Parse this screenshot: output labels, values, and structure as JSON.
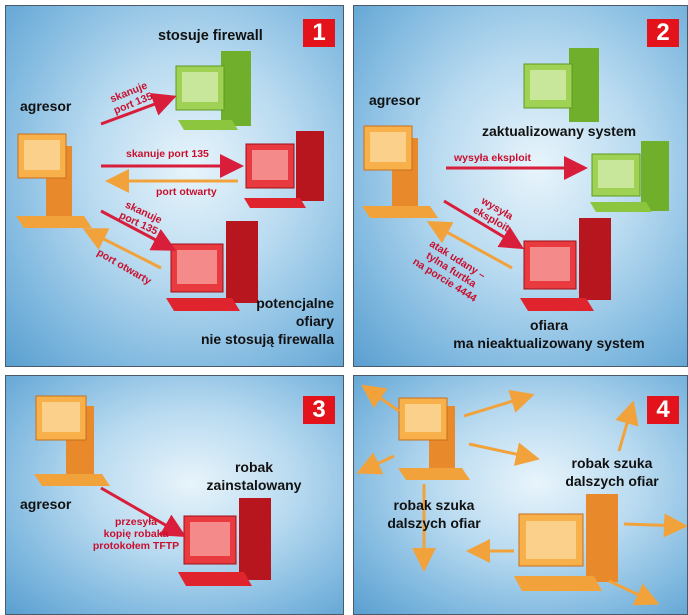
{
  "panels": [
    {
      "number": "1",
      "labels": {
        "firewall": "stosuje firewall",
        "attacker": "agresor",
        "victims_line1": "potencjalne",
        "victims_line2": "ofiary",
        "victims_line3": "nie stosują firewalla"
      },
      "arrow_labels": {
        "scan_top_line1": "skanuje",
        "scan_top_line2": "port 135",
        "scan_mid": "skanuje port 135",
        "open_mid": "port otwarty",
        "scan_low_line1": "skanuje",
        "scan_low_line2": "port 135",
        "open_low": "port otwarty"
      }
    },
    {
      "number": "2",
      "labels": {
        "attacker": "agresor",
        "updated": "zaktualizowany system",
        "victim_line1": "ofiara",
        "victim_line2": "ma nieaktualizowany system"
      },
      "arrow_labels": {
        "sends_exploit": "wysyła eksploit",
        "sends_exploit2_line1": "wysyła",
        "sends_exploit2_line2": "eksploit",
        "success_line1": "atak udany –",
        "success_line2": "tylna furtka",
        "success_line3": "na porcie 4444"
      }
    },
    {
      "number": "3",
      "labels": {
        "attacker": "agresor",
        "worm_line1": "robak",
        "worm_line2": "zainstalowany"
      },
      "arrow_labels": {
        "transfer_line1": "przesyła",
        "transfer_line2": "kopię robaka",
        "transfer_line3": "protokołem TFTP"
      }
    },
    {
      "number": "4",
      "labels": {
        "search_left_line1": "robak szuka",
        "search_left_line2": "dalszych ofiar",
        "search_right_line1": "robak szuka",
        "search_right_line2": "dalszych ofiar"
      }
    }
  ],
  "colors": {
    "badge": "#e3121b",
    "label_red": "#c8102e",
    "arrow_red": "#d81e3a",
    "arrow_orange": "#f2a23a",
    "pc_orange": "#f2a23a",
    "pc_green": "#8cc63f",
    "pc_red": "#e0242e"
  },
  "icons": [
    "computer-orange-icon",
    "computer-green-icon",
    "computer-red-icon"
  ]
}
